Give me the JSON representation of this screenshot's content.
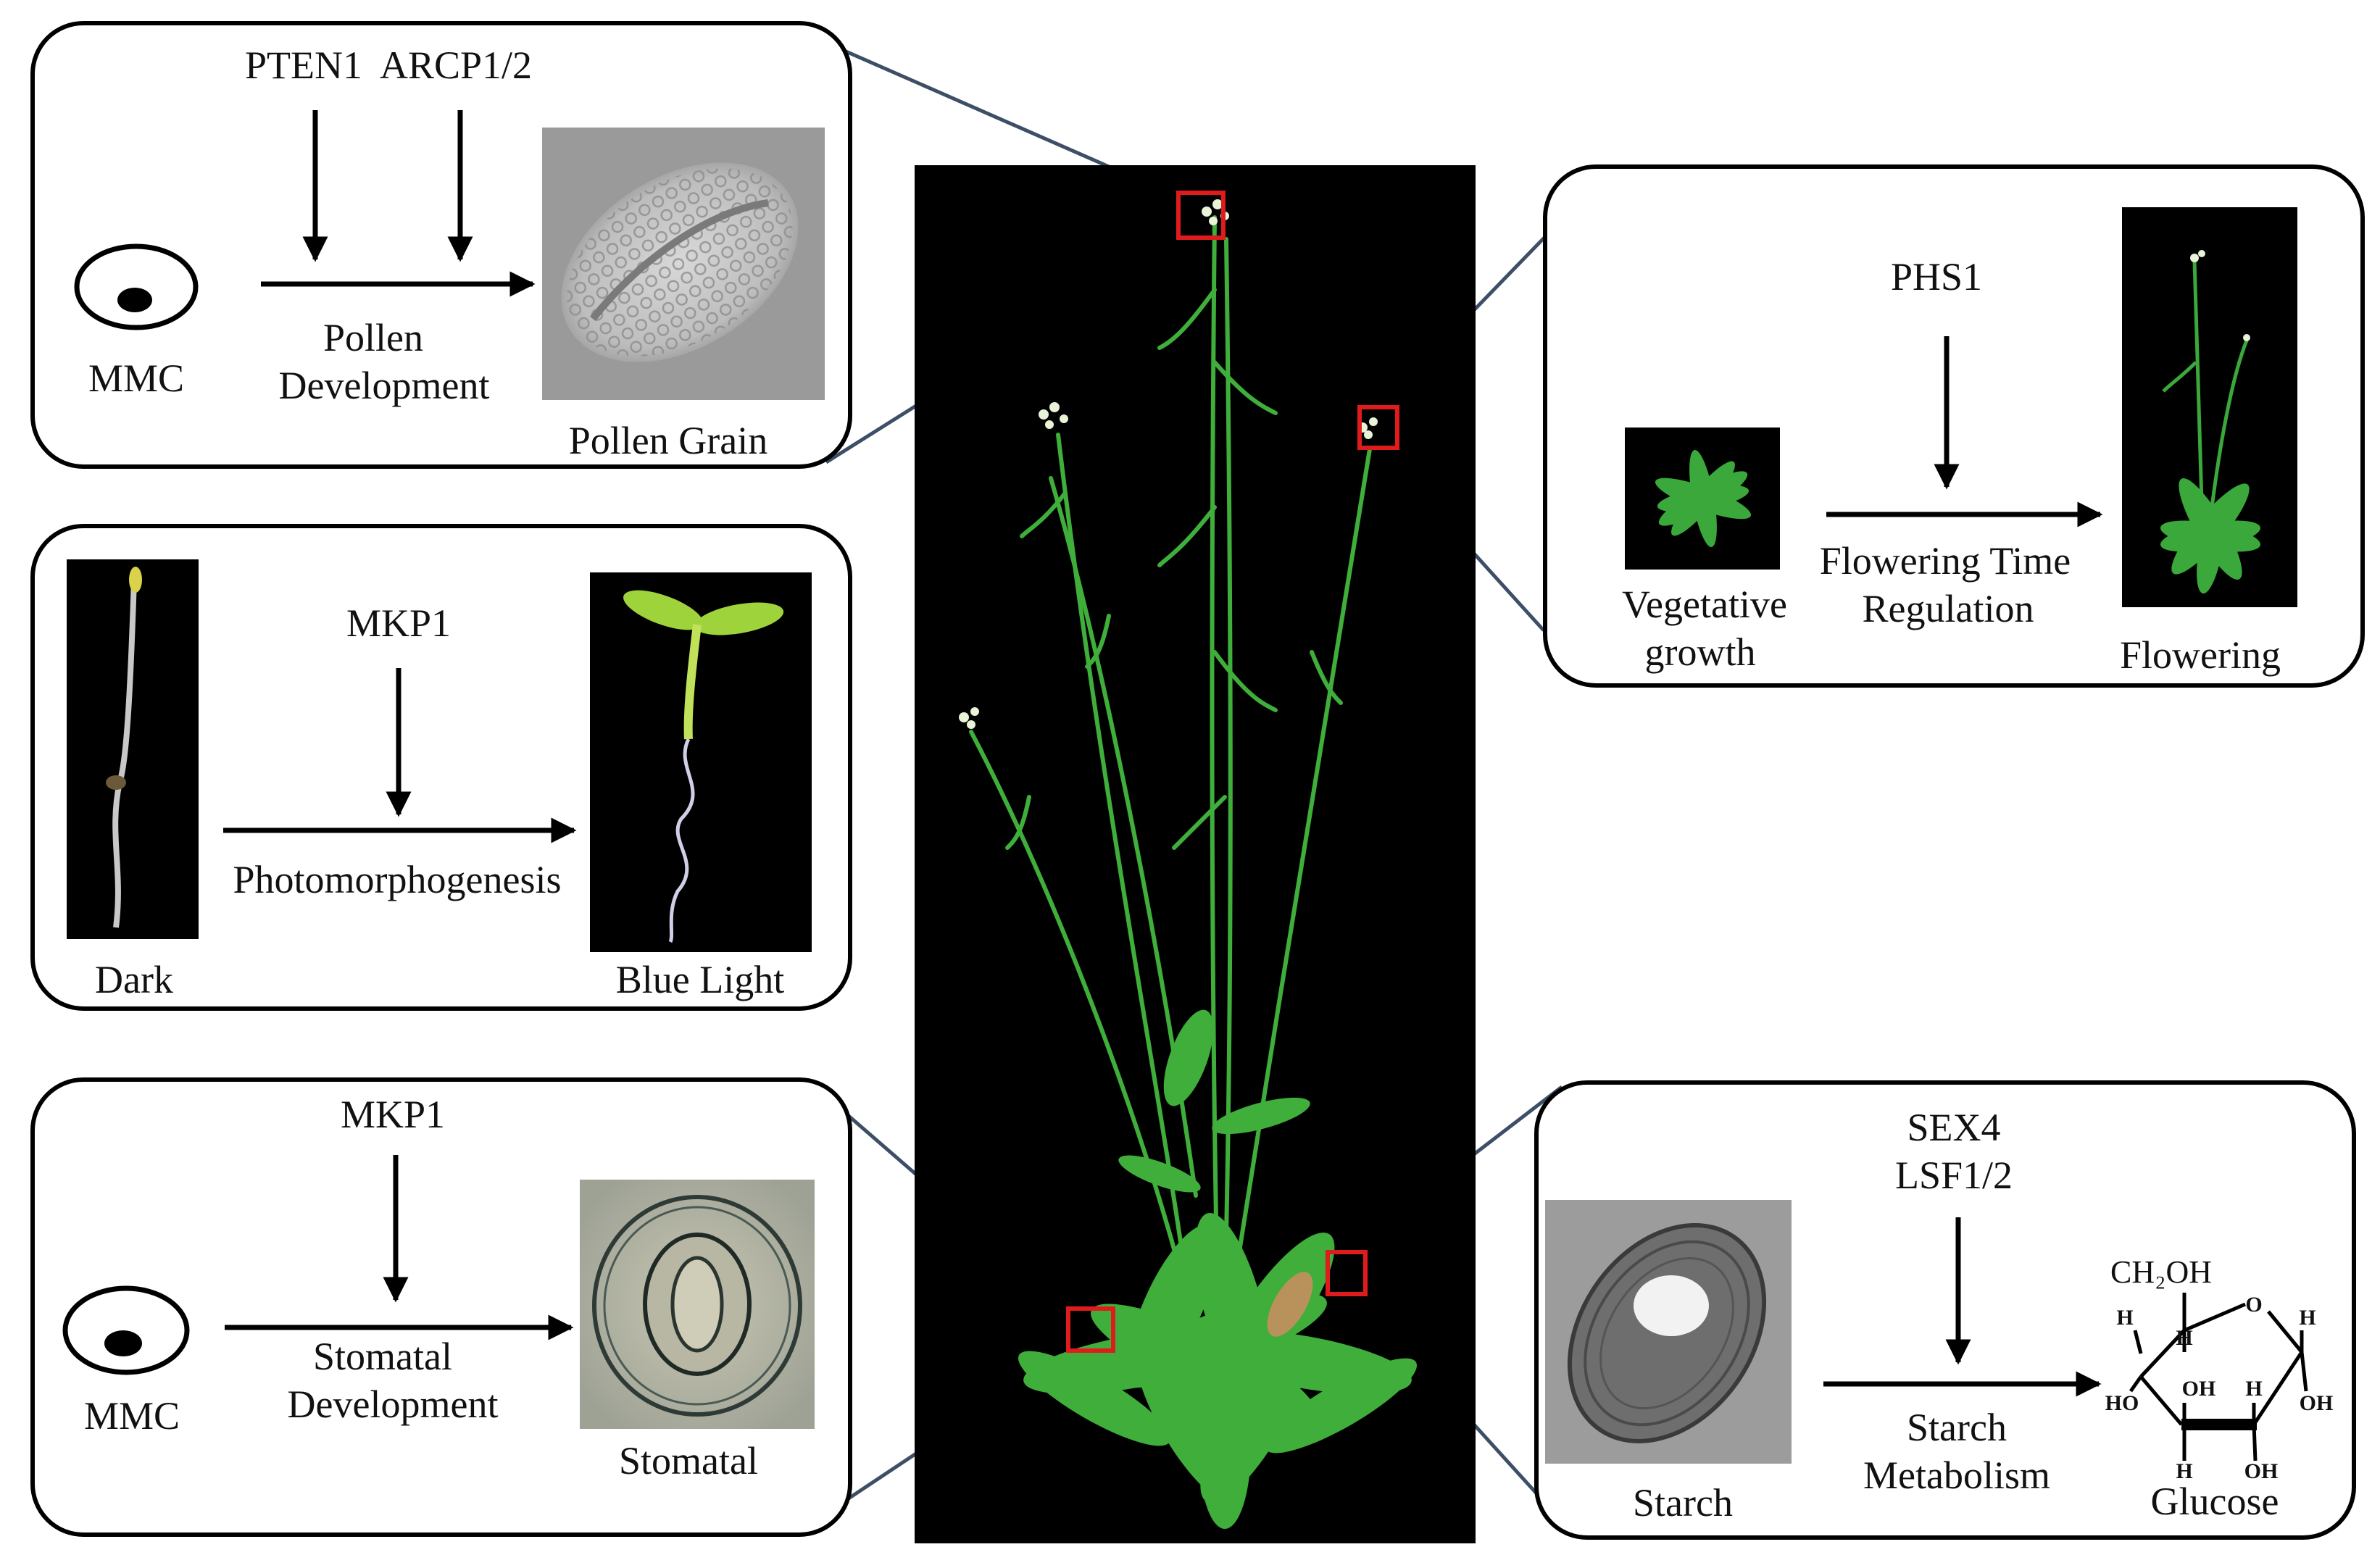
{
  "panels": {
    "pollen": {
      "genes": "PTEN1  ARCP1/2",
      "cell": "MMC",
      "process_line1": "Pollen",
      "process_line2": "Development",
      "result": "Pollen Grain"
    },
    "photomorphogenesis": {
      "gene": "MKP1",
      "start": "Dark",
      "process": "Photomorphogenesis",
      "result": "Blue Light"
    },
    "stomatal": {
      "gene": "MKP1",
      "cell": "MMC",
      "process_line1": "Stomatal",
      "process_line2": "Development",
      "result": "Stomatal"
    },
    "flowering": {
      "gene": "PHS1",
      "start_line1": "Vegetative",
      "start_line2": "growth",
      "process_line1": "Flowering Time",
      "process_line2": "Regulation",
      "result": "Flowering"
    },
    "starch": {
      "gene_line1": "SEX4",
      "gene_line2": "LSF1/2",
      "start": "Starch",
      "process_line1": "Starch",
      "process_line2": "Metabolism",
      "result": "Glucose",
      "glucose_labels": {
        "ch2oh": "CH₂OH",
        "h": "H",
        "o": "O",
        "ho": "HO",
        "oh": "OH"
      }
    }
  },
  "colors": {
    "connector": "#3d4f66",
    "highlight_box": "#e01b1b",
    "plant_background": "#000000",
    "plant_green": "#3fae3a"
  }
}
